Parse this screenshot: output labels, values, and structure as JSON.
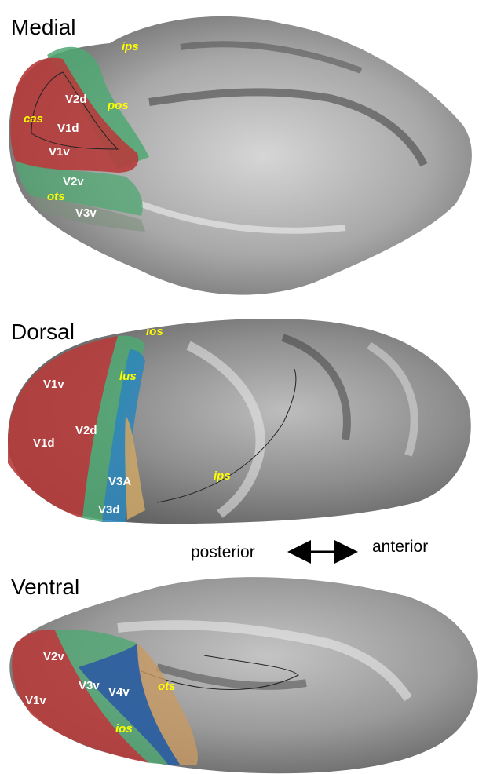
{
  "panels": {
    "medial": {
      "title": "Medial",
      "areas": [
        "V2d",
        "V1d",
        "V1v",
        "V2v",
        "V3v"
      ],
      "sulci": [
        "ips",
        "pos",
        "cas",
        "ots"
      ]
    },
    "dorsal": {
      "title": "Dorsal",
      "areas": [
        "V1v",
        "V1d",
        "V2d",
        "V3A",
        "V3d"
      ],
      "sulci": [
        "ios",
        "lus",
        "ips"
      ]
    },
    "ventral": {
      "title": "Ventral",
      "areas": [
        "V2v",
        "V1v",
        "V3v",
        "V4v"
      ],
      "sulci": [
        "ots",
        "ios"
      ]
    }
  },
  "orientation": {
    "left": "posterior",
    "right": "anterior",
    "arrow_icon": "double-arrow-icon"
  },
  "colors": {
    "V1": "#b63c3c",
    "V2": "#4fa873",
    "V3d": "#2f86b8",
    "V3v": "#2a57a6",
    "V3A": "#c9a467",
    "V4v": "#c79a63",
    "area_label": "#ffffff",
    "sulcus_label": "#ffff00"
  }
}
